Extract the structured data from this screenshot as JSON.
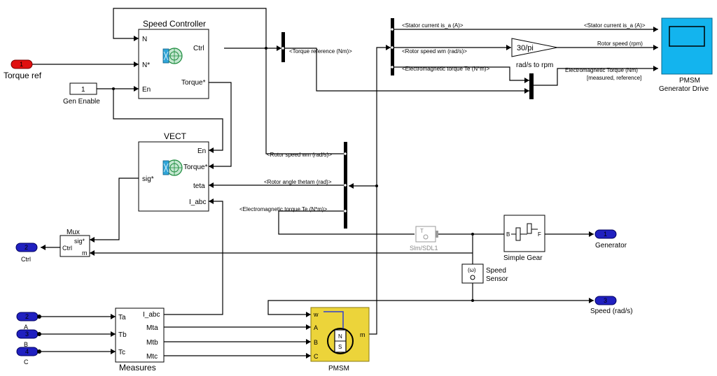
{
  "blocks": {
    "speed_controller": {
      "title": "Speed Controller",
      "ports_in": [
        "N",
        "N*",
        "En"
      ],
      "ports_out": [
        "Ctrl",
        "Torque*"
      ]
    },
    "vect": {
      "title": "VECT",
      "ports_in": [
        "sig*"
      ],
      "ports_right": [
        "En",
        "Torque*",
        "teta",
        "I_abc"
      ]
    },
    "mux": {
      "title": "Mux",
      "port_sig": "sig*",
      "port_ctrl": "Ctrl",
      "port_m": "m"
    },
    "measures": {
      "title": "Measures",
      "ports_in": [
        "Ta",
        "Tb",
        "Tc"
      ],
      "ports_out": [
        "I_abc",
        "Mta",
        "Mtb",
        "Mtc"
      ]
    },
    "pmsm": {
      "title": "PMSM",
      "ports_in": [
        "w",
        "A",
        "B",
        "C"
      ],
      "port_out": "m",
      "magnet_n": "N",
      "magnet_s": "S"
    },
    "gen_enable": {
      "value": "1",
      "label": "Gen Enable"
    },
    "gain": {
      "value": "30/pi",
      "label": "rad/s to rpm"
    },
    "scope": {
      "label_line1": "PMSM",
      "label_line2": "Generator Drive"
    },
    "slm": {
      "label": "Slm/SDL1"
    },
    "simple_gear": {
      "label": "Simple Gear",
      "port_b": "B",
      "port_f": "F"
    },
    "speed_sensor": {
      "label_line1": "Speed",
      "label_line2": "Sensor",
      "glyph": "(ω)"
    }
  },
  "ports": {
    "torque_ref": {
      "num": "1",
      "label": "Torque ref"
    },
    "ctrl": {
      "num": "2",
      "label": "Ctrl"
    },
    "a": {
      "num": "2",
      "label": "A"
    },
    "b": {
      "num": "3",
      "label": "B"
    },
    "c": {
      "num": "4",
      "label": "C"
    },
    "generator": {
      "num": "1",
      "label": "Generator"
    },
    "speed": {
      "num": "3",
      "label": "Speed (rad/s)"
    }
  },
  "signals": {
    "torque_reference": "<Torque reference (Nm)>",
    "stator_current_1": "<Stator current is_a (A)>",
    "stator_current_2": "<Stator current is_a (A)>",
    "rotor_speed_top": "<Rotor speed wm (rad/s)>",
    "electromagnetic_torque_top": "<Electromagnetic torque Te (N*m)>",
    "rotor_speed_rpm": "Rotor speed (rpm)",
    "em_torque_measured_1": "Electromagnetic Torque (Nm)",
    "em_torque_measured_2": "[measured, reference]",
    "rotor_speed_mid": "<Rotor speed wm (rad/s)>",
    "rotor_angle": "<Rotor angle thetam (rad)>",
    "electromagnetic_torque_mid": "<Electromagnetic torque Te (N*m)>"
  },
  "colors": {
    "inport": "#e01010",
    "port": "#2020c0",
    "scope": "#13b4ee",
    "pmsm": "#ecd43a"
  }
}
